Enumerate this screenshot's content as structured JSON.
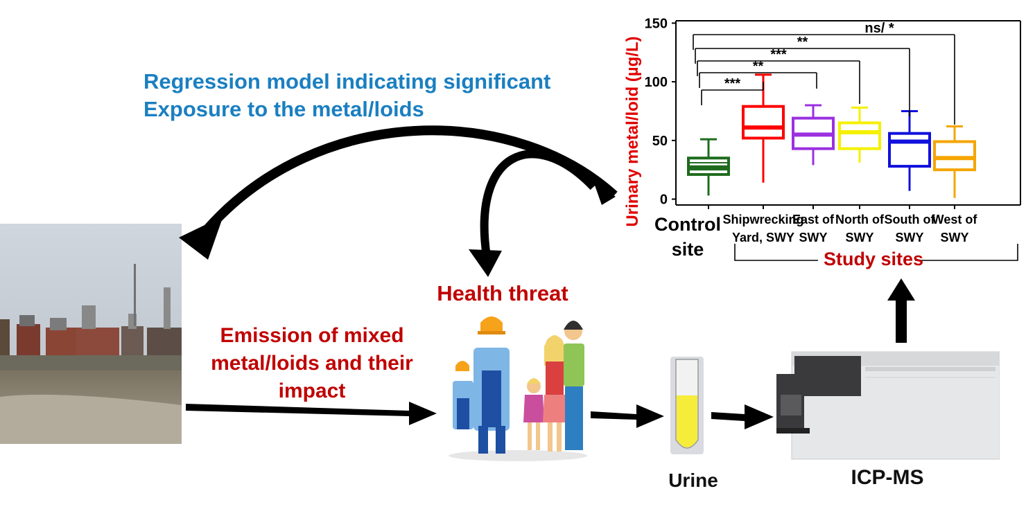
{
  "regression_note": {
    "line1": "Regression model indicating significant",
    "line2": "Exposure to the metal/loids"
  },
  "emission": {
    "line1": "Emission of mixed",
    "line2": "metal/loids and their",
    "line3": "impact"
  },
  "health_threat": "Health threat",
  "urine_label": "Urine",
  "icpms_label": "ICP-MS",
  "instrument": {
    "body_color": "#e6e7e9"
  },
  "colors": {
    "blue_text": "#1a7fc1",
    "red_text": "#c00000",
    "arrow": "#000000"
  },
  "chart_data": {
    "type": "box",
    "ylabel": "Urinary metal/loid (µg/L)",
    "ylim": [
      -5,
      152
    ],
    "yticks": [
      0,
      50,
      100,
      150
    ],
    "categories": [
      "Control site",
      "Shipwrecking Yard, SWY",
      "East of SWY",
      "North of SWY",
      "South of SWY",
      "West of SWY"
    ],
    "category_lines": [
      [
        "Control",
        "site"
      ],
      [
        "Shipwrecking",
        "Yard, SWY"
      ],
      [
        "East of",
        "SWY"
      ],
      [
        "North of",
        "SWY"
      ],
      [
        "South of",
        "SWY"
      ],
      [
        "West of",
        "SWY"
      ]
    ],
    "group_label": "Study sites",
    "boxes": [
      {
        "min": 3,
        "q1": 21,
        "median": 27,
        "q3": 35,
        "max": 51,
        "color": "#1e6b1e"
      },
      {
        "min": 14,
        "q1": 52,
        "median": 61,
        "q3": 79,
        "max": 106,
        "color": "#ff0000"
      },
      {
        "min": 29,
        "q1": 43,
        "median": 55,
        "q3": 69,
        "max": 80,
        "color": "#9b30e0"
      },
      {
        "min": 31,
        "q1": 43,
        "median": 57,
        "q3": 65,
        "max": 78,
        "color": "#f5f000"
      },
      {
        "min": 7,
        "q1": 28,
        "median": 49,
        "q3": 56,
        "max": 75,
        "color": "#1010dd"
      },
      {
        "min": 1,
        "q1": 25,
        "median": 35,
        "q3": 49,
        "max": 62,
        "color": "#f5a500"
      }
    ],
    "significance": [
      {
        "from": 0,
        "to": 1,
        "label": "***"
      },
      {
        "from": 0,
        "to": 2,
        "label": "**"
      },
      {
        "from": 0,
        "to": 3,
        "label": "***"
      },
      {
        "from": 0,
        "to": 4,
        "label": "**"
      },
      {
        "from": 0,
        "to": 5,
        "label": "ns/ *"
      }
    ]
  }
}
